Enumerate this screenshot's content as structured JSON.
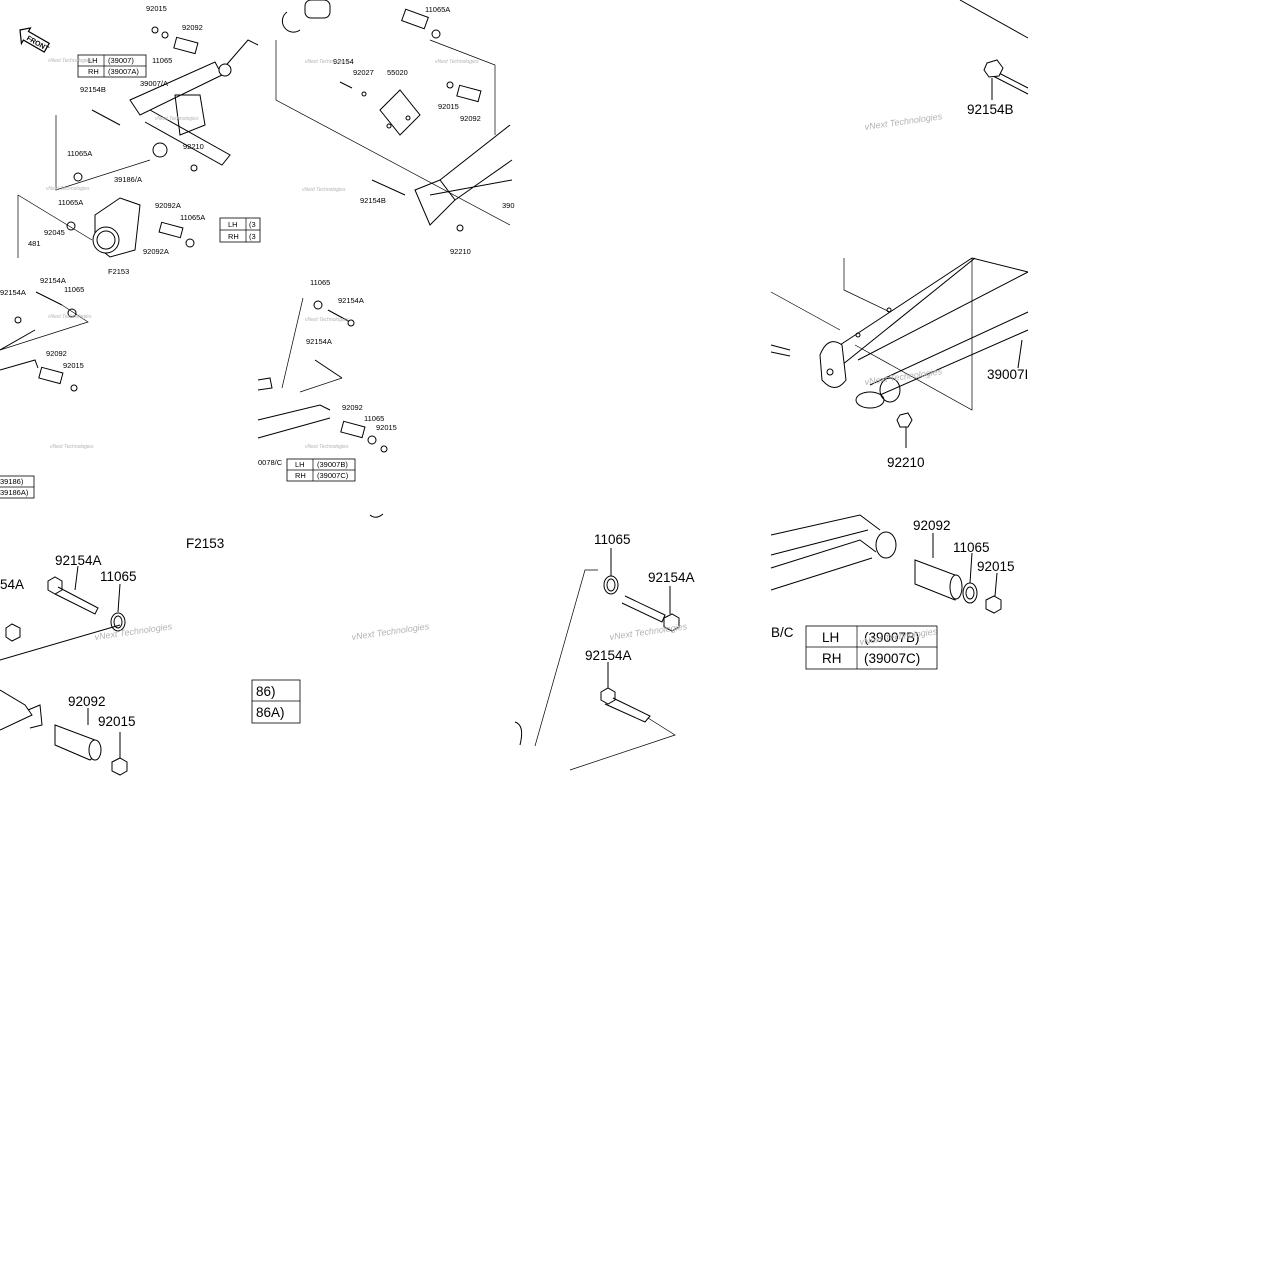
{
  "watermark": "vNext Technologies",
  "front_label": "FRONT",
  "tile1": {
    "labels": [
      "92015",
      "92092",
      "11065",
      "92154B",
      "39007/A",
      "92210",
      "11065A",
      "39186/A",
      "11065A",
      "92092A",
      "11065A",
      "92045",
      "92092A",
      "481",
      "F2153"
    ],
    "table": [
      [
        "LH",
        "(39007)"
      ],
      [
        "RH",
        "(39007A)"
      ]
    ],
    "table2": [
      [
        "LH",
        "(3"
      ],
      [
        "RH",
        "(3"
      ]
    ]
  },
  "tile2": {
    "labels": [
      "11065A",
      "92154",
      "92027",
      "55020",
      "92015",
      "92092",
      "92154B",
      "92210",
      "390"
    ]
  },
  "tile3": {
    "labels": [
      "92154B"
    ]
  },
  "tile4": {
    "labels": [
      "92154A",
      "92154A",
      "11065",
      "92092",
      "92015"
    ],
    "table": [
      "39186)",
      "39186A)"
    ]
  },
  "tile5": {
    "labels": [
      "11065",
      "92154A",
      "92154A",
      "92092",
      "11065",
      "92015",
      "0078/C"
    ],
    "table": [
      [
        "LH",
        "(39007B)"
      ],
      [
        "RH",
        "(39007C)"
      ]
    ]
  },
  "tile6": {
    "labels": [
      "92210",
      "39007I"
    ]
  },
  "tile7": {
    "labels": [
      "F2153",
      "92154A",
      "11065",
      "54A",
      "92092",
      "92015"
    ]
  },
  "tile8": {
    "table": [
      "86)",
      "86A)"
    ]
  },
  "tile9": {
    "labels": [
      "11065",
      "92154A",
      "92154A"
    ]
  },
  "tile10": {
    "labels": [
      "92092",
      "11065",
      "92015",
      "B/C"
    ],
    "table": [
      [
        "LH",
        "(39007B)"
      ],
      [
        "RH",
        "(39007C)"
      ]
    ]
  }
}
